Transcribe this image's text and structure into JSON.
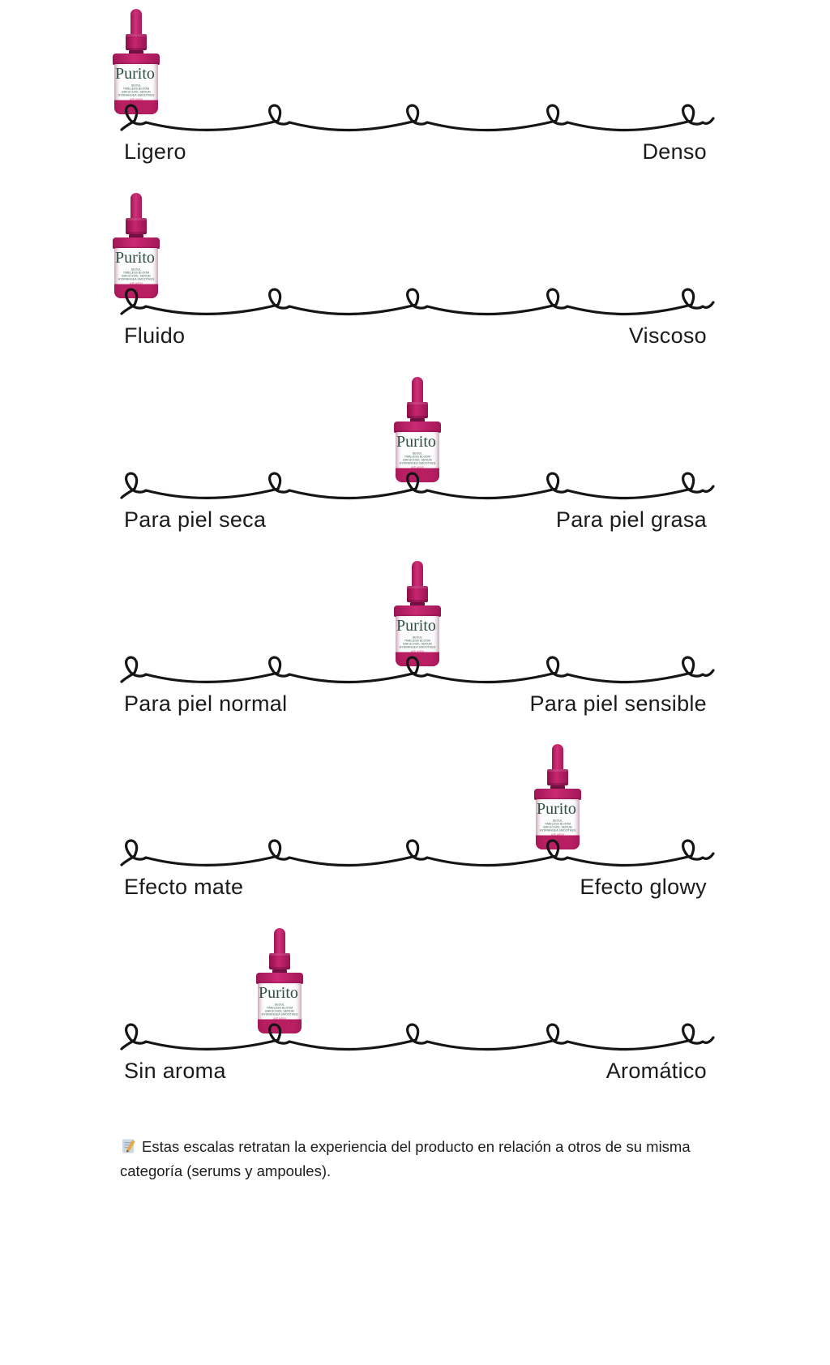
{
  "page": {
    "background": "#ffffff"
  },
  "product": {
    "brand": "Purito",
    "bottle": {
      "label_lines": [
        "SEOUL",
        "TIMELESS BLOOM",
        "BAKUCHIOL  SERUM",
        "HYDRANGEA SMOOTHES",
        "anti aging"
      ],
      "cap_color": "#bb1e63",
      "base_color": "#b81e62",
      "label_background": "#fdfdfd",
      "brand_text_color": "#2f4f45",
      "accent_text_color": "#d64b86"
    }
  },
  "scales": [
    {
      "left": "Ligero",
      "right": "Denso",
      "position": 1,
      "max": 5
    },
    {
      "left": "Fluido",
      "right": "Viscoso",
      "position": 1,
      "max": 5
    },
    {
      "left": "Para piel seca",
      "right": "Para piel grasa",
      "position": 3,
      "max": 5
    },
    {
      "left": "Para piel normal",
      "right": "Para piel sensible",
      "position": 3,
      "max": 5
    },
    {
      "left": "Efecto mate",
      "right": "Efecto glowy",
      "position": 4,
      "max": 5
    },
    {
      "left": "Sin aroma",
      "right": "Aromático",
      "position": 2,
      "max": 5
    }
  ],
  "note": {
    "icon": "memo-icon",
    "text": "Estas escalas retratan la experiencia del producto en relación a otros de su misma categoría (serums y ampoules)."
  },
  "colors": {
    "line": "#151515",
    "label_text": "#1b1b1b"
  },
  "chart_data": {
    "type": "bar",
    "orientation": "horizontal-scale",
    "categories": [
      "Ligero – Denso",
      "Fluido – Viscoso",
      "Para piel seca – Para piel grasa",
      "Para piel normal – Para piel sensible",
      "Efecto mate – Efecto glowy",
      "Sin aroma – Aromático"
    ],
    "values": [
      1,
      1,
      3,
      3,
      4,
      2
    ],
    "value_range": [
      1,
      5
    ],
    "scale_points": 5,
    "title": "",
    "xlabel": "",
    "ylabel": ""
  }
}
